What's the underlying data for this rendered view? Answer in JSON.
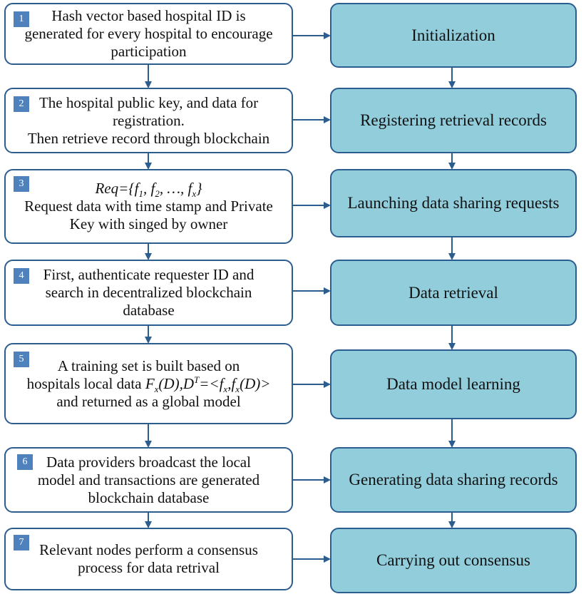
{
  "steps": [
    {
      "number": "1",
      "lines": [
        "Hash vector  based hospital ID is",
        "generated for every hospital to encourage",
        "participation"
      ],
      "stage": "Initialization"
    },
    {
      "number": "2",
      "lines": [
        "The hospital public key, and data for",
        "registration.",
        "Then retrieve record through blockchain"
      ],
      "stage": "Registering retrieval records"
    },
    {
      "number": "3",
      "formula": {
        "lhs": "Req={",
        "f1": "f",
        "s1": "1",
        "f2": "f",
        "s2": "2",
        "dots": ", …, ",
        "fx": "f",
        "sx": "x",
        "close": "}"
      },
      "lines": [
        "Request data with time stamp and Private",
        "Key with singed by owner"
      ],
      "stage": "Launching data sharing requests"
    },
    {
      "number": "4",
      "lines": [
        "First, authenticate requester ID and",
        "search in decentralized blockchain",
        "database"
      ],
      "stage": "Data retrieval"
    },
    {
      "number": "5",
      "lines": [
        "A training set is built based on",
        "and returned as a global model"
      ],
      "mid_prefix": "hospitals local data  ",
      "mid_formula": {
        "a": "F",
        "a_sub": "x",
        "b": "(D),D",
        "b_sup": "T",
        "c": "=<f",
        "c_sub": "x",
        "d": ",f",
        "d_sub": "x",
        "e": "(D)>"
      },
      "stage": "Data model learning"
    },
    {
      "number": "6",
      "lines": [
        "Data providers broadcast the local",
        "model and transactions are generated",
        "blockchain database"
      ],
      "stage": "Generating data sharing records"
    },
    {
      "number": "7",
      "lines": [
        "Relevant nodes perform a consensus",
        "process for data retrival"
      ],
      "stage": "Carrying out consensus"
    }
  ],
  "colors": {
    "border": "#2c5d8f",
    "stage_fill": "#92cddc",
    "badge_fill": "#4f81bd",
    "arrow": "#2c5d8f"
  }
}
